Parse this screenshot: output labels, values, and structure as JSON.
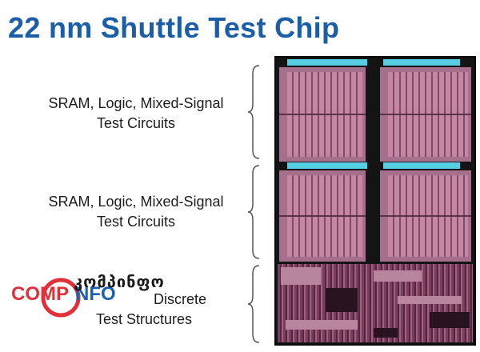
{
  "slide": {
    "title": "22 nm Shuttle Test Chip",
    "sections": [
      {
        "line1": "SRAM, Logic, Mixed-Signal",
        "line2": "Test Circuits"
      },
      {
        "line1": "SRAM, Logic, Mixed-Signal",
        "line2": "Test Circuits"
      },
      {
        "line1": "Discrete",
        "line2": "Test Structures"
      }
    ]
  },
  "watermark": {
    "part1": "COMP",
    "part2": "NFO",
    "georgian": "კომპინფო",
    "colors": {
      "red": "#e0303a",
      "blue": "#1d5fb0"
    }
  },
  "colors": {
    "title": "#1a5ea8",
    "die_pink": "#a66f8b",
    "cyan": "#56cfe3"
  },
  "image": {
    "description_icon": "die-photo"
  }
}
